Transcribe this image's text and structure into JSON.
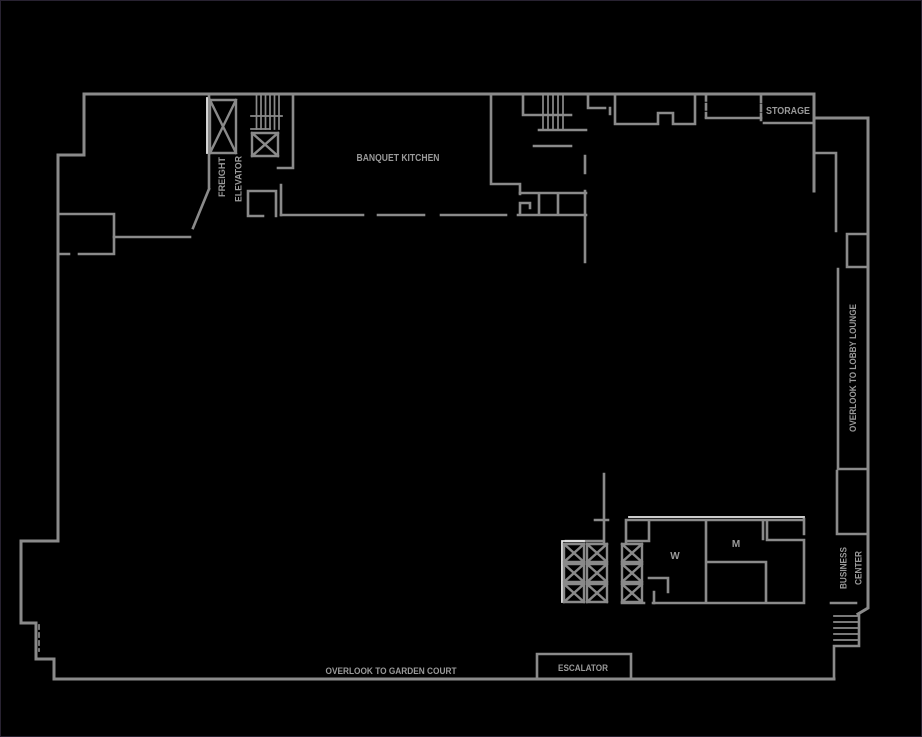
{
  "diagram": {
    "type": "hotel-floor-plan",
    "colors": {
      "background": "#000000",
      "page_border": "#282231",
      "wall": "#8a8a8a",
      "wall_highlight": "#e8e8e8",
      "text": "#9a9a9a"
    },
    "labels": {
      "banquet_kitchen": "BANQUET KITCHEN",
      "storage": "STORAGE",
      "freight_elevator": [
        "FREIGHT",
        "ELEVATOR"
      ],
      "overlook_lobby_lounge": "OVERLOOK TO LOBBY LOUNGE",
      "business_center": [
        "BUSINESS",
        "CENTER"
      ],
      "overlook_garden_court": "OVERLOOK TO GARDEN COURT",
      "escalator": "ESCALATOR",
      "womens_restroom": "W",
      "mens_restroom": "M"
    }
  }
}
